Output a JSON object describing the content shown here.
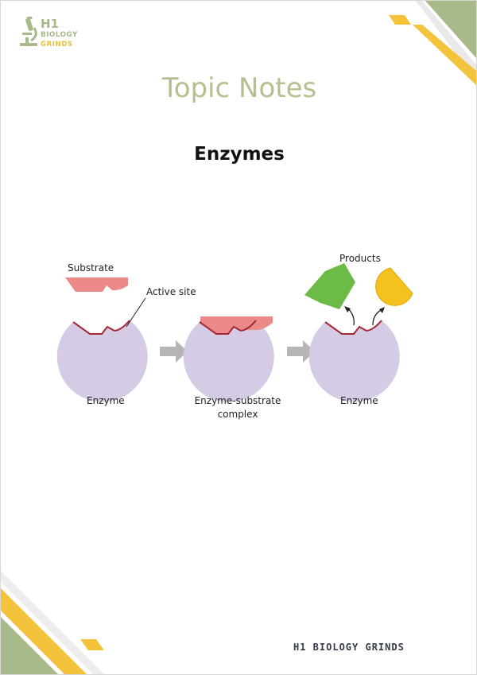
{
  "logo": {
    "line1": "H1",
    "line2": "BIOLOGY",
    "line3": "GRINDS"
  },
  "header": {
    "topic": "Topic Notes"
  },
  "document": {
    "title": "Enzymes"
  },
  "diagram": {
    "labels": {
      "substrate": "Substrate",
      "active_site": "Active site",
      "products": "Products",
      "enzyme_left": "Enzyme",
      "complex_line1": "Enzyme-substrate",
      "complex_line2": "complex",
      "enzyme_right": "Enzyme"
    }
  },
  "footer": {
    "text": "H1 BIOLOGY GRINDS"
  },
  "colors": {
    "accent_green": "#a8b98a",
    "accent_yellow": "#f2c33b",
    "enzyme_fill": "#d6cbe4",
    "active_site_line": "#a52634",
    "substrate_fill": "#ec8a8a",
    "product_green": "#6dbb47",
    "product_yellow": "#f5c11c",
    "arrow_gray": "#b5b5b5"
  }
}
